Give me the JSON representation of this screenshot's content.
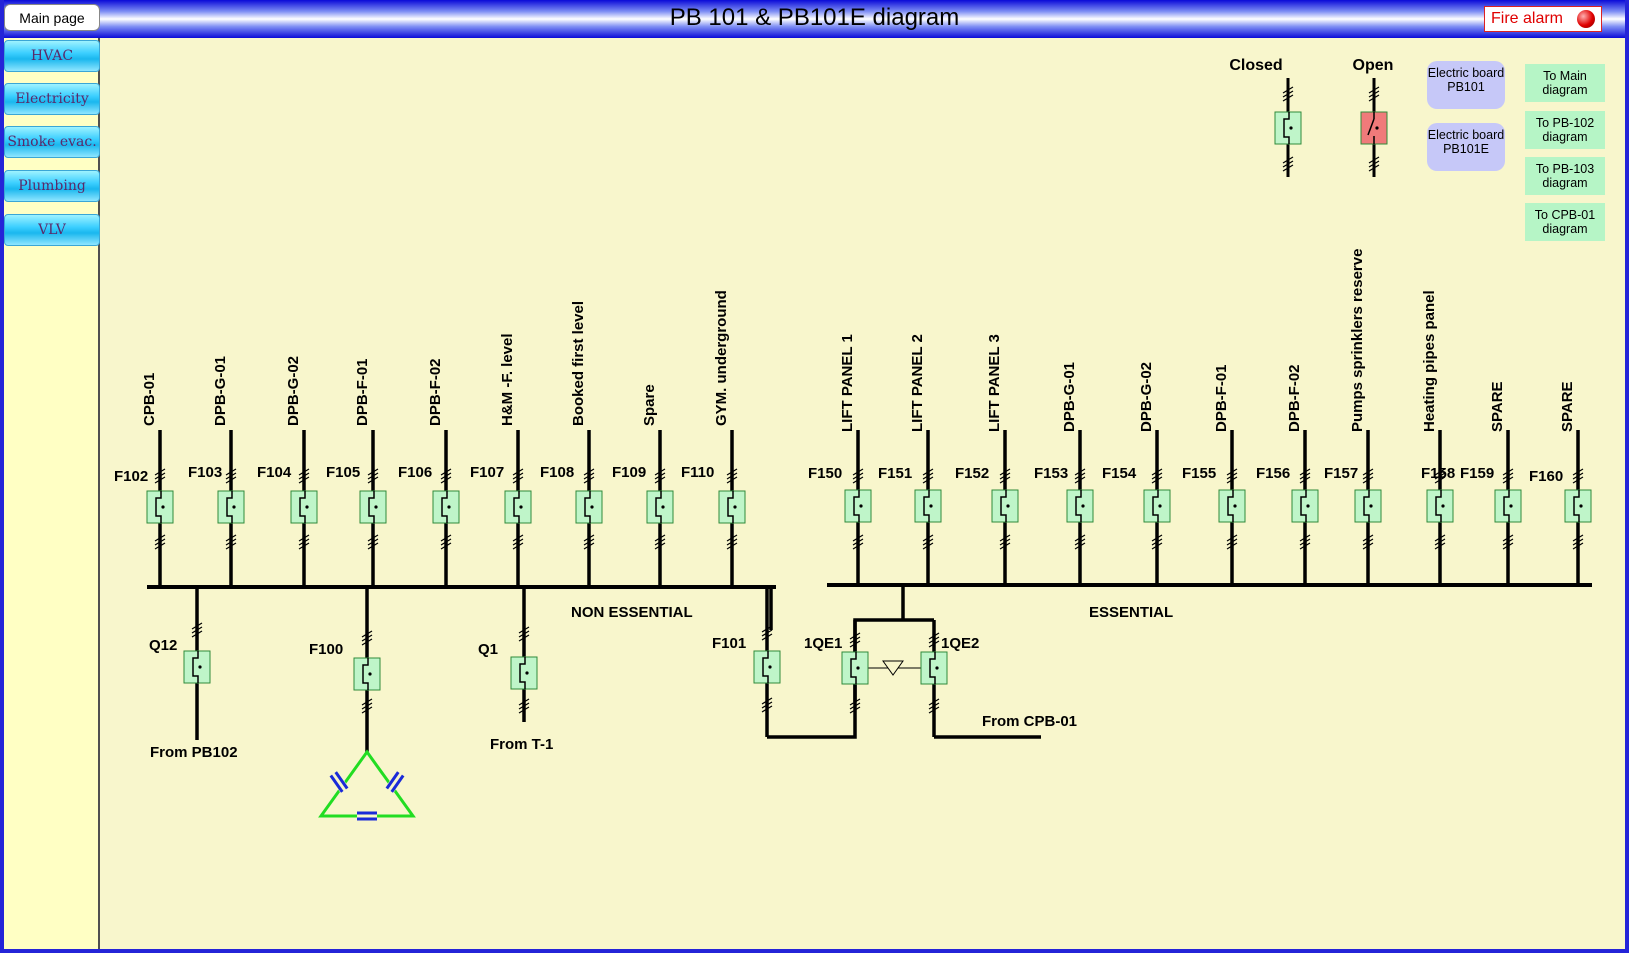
{
  "window": {
    "title": "PB 101 & PB101E diagram"
  },
  "header": {
    "main_page_label": "Main page",
    "fire_alarm_label": "Fire alarm"
  },
  "sidebar": {
    "items": [
      {
        "label": "HVAC"
      },
      {
        "label": "Electricity"
      },
      {
        "label": "Smoke evac."
      },
      {
        "label": "Plumbing"
      },
      {
        "label": "VLV"
      }
    ]
  },
  "legend": {
    "closed_label": "Closed",
    "open_label": "Open"
  },
  "boards": [
    {
      "label": "Electric board PB101"
    },
    {
      "label": "Electric board PB101E"
    }
  ],
  "navigation": [
    {
      "label": "To Main diagram"
    },
    {
      "label": "To PB-102 diagram"
    },
    {
      "label": "To PB-103 diagram"
    },
    {
      "label": "To CPB-01 diagram"
    }
  ],
  "colors": {
    "breaker_closed": "#bff5c9",
    "breaker_open": "#f07a7a",
    "capacitor_bank": "#22dd22",
    "capacitor_plates": "#1a2ad8"
  },
  "non_essential": {
    "bus_label": "NON ESSENTIAL",
    "feeders": [
      {
        "id": "F102",
        "load": "CPB-01",
        "state": "closed"
      },
      {
        "id": "F103",
        "load": "DPB-G-01",
        "state": "closed"
      },
      {
        "id": "F104",
        "load": "DPB-G-02",
        "state": "closed"
      },
      {
        "id": "F105",
        "load": "DPB-F-01",
        "state": "closed"
      },
      {
        "id": "F106",
        "load": "DPB-F-02",
        "state": "closed"
      },
      {
        "id": "F107",
        "load": "H&M -F. level",
        "state": "closed"
      },
      {
        "id": "F108",
        "load": "Booked first level",
        "state": "closed"
      },
      {
        "id": "F109",
        "load": "Spare",
        "state": "closed"
      },
      {
        "id": "F110",
        "load": "GYM. underground",
        "state": "closed"
      }
    ]
  },
  "essential": {
    "bus_label": "ESSENTIAL",
    "feeders": [
      {
        "id": "F150",
        "load": "LIFT PANEL 1",
        "state": "closed"
      },
      {
        "id": "F151",
        "load": "LIFT PANEL 2",
        "state": "closed"
      },
      {
        "id": "F152",
        "load": "LIFT PANEL 3",
        "state": "closed"
      },
      {
        "id": "F153",
        "load": "DPB-G-01",
        "state": "closed"
      },
      {
        "id": "F154",
        "load": "DPB-G-02",
        "state": "closed"
      },
      {
        "id": "F155",
        "load": "DPB-F-01",
        "state": "closed"
      },
      {
        "id": "F156",
        "load": "DPB-F-02",
        "state": "closed"
      },
      {
        "id": "F157",
        "load": "Pumps sprinklers reserve",
        "state": "closed"
      },
      {
        "id": "F158",
        "load": "Heating pipes panel",
        "state": "closed"
      },
      {
        "id": "F159",
        "load": "SPARE",
        "state": "closed"
      },
      {
        "id": "F160",
        "load": "SPARE",
        "state": "closed"
      }
    ]
  },
  "incomers": [
    {
      "id": "Q12",
      "source": "From PB102",
      "state": "closed"
    },
    {
      "id": "F100",
      "source": "",
      "state": "closed"
    },
    {
      "id": "Q1",
      "source": "From T-1",
      "state": "closed"
    },
    {
      "id": "F101",
      "source": "",
      "state": "closed"
    },
    {
      "id": "1QE1",
      "source": "",
      "state": "closed"
    },
    {
      "id": "1QE2",
      "source": "From CPB-01",
      "state": "closed"
    }
  ]
}
